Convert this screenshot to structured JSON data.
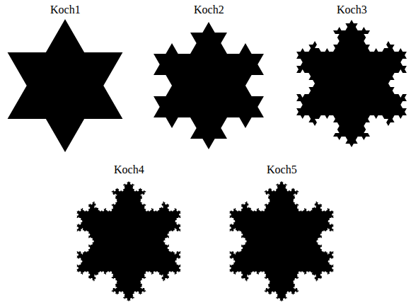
{
  "diagram": {
    "labels": [
      "Koch1",
      "Koch2",
      "Koch3",
      "Koch4",
      "Koch5"
    ]
  }
}
